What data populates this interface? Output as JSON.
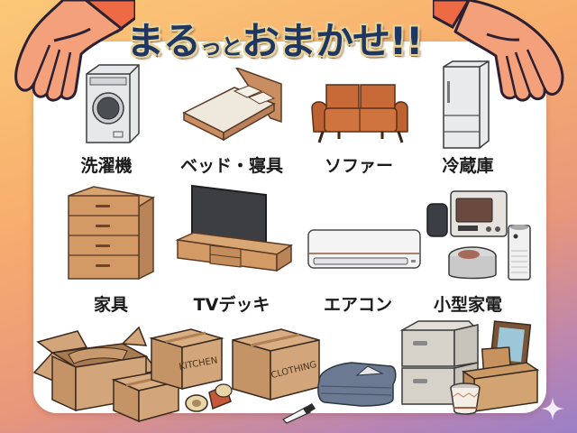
{
  "title": {
    "part1": "まる",
    "part2": "っと",
    "part3": "おまかせ",
    "part4": "!!"
  },
  "categories": [
    {
      "label": "洗濯機",
      "icon": "washing-machine-icon"
    },
    {
      "label": "ベッド・寝具",
      "icon": "bed-icon"
    },
    {
      "label": "ソファー",
      "icon": "sofa-icon"
    },
    {
      "label": "冷蔵庫",
      "icon": "refrigerator-icon"
    },
    {
      "label": "家具",
      "icon": "chest-of-drawers-icon"
    },
    {
      "label": "TVデッキ",
      "icon": "tv-stand-icon"
    },
    {
      "label": "エアコン",
      "icon": "air-conditioner-icon"
    },
    {
      "label": "小型家電",
      "icon": "small-appliances-icon"
    }
  ],
  "boxes": {
    "kitchen": "KITCHEN",
    "clothing": "CLOTHING"
  },
  "colors": {
    "title_text": "#1f3663",
    "title_outline": "#e8d49a",
    "hand_skin": "#f4a07a",
    "sleeve": "#ee6a45",
    "outline": "#2d2033",
    "cardboard": "#d2a67a",
    "wood": "#c9905f",
    "sofa": "#c86a38"
  }
}
